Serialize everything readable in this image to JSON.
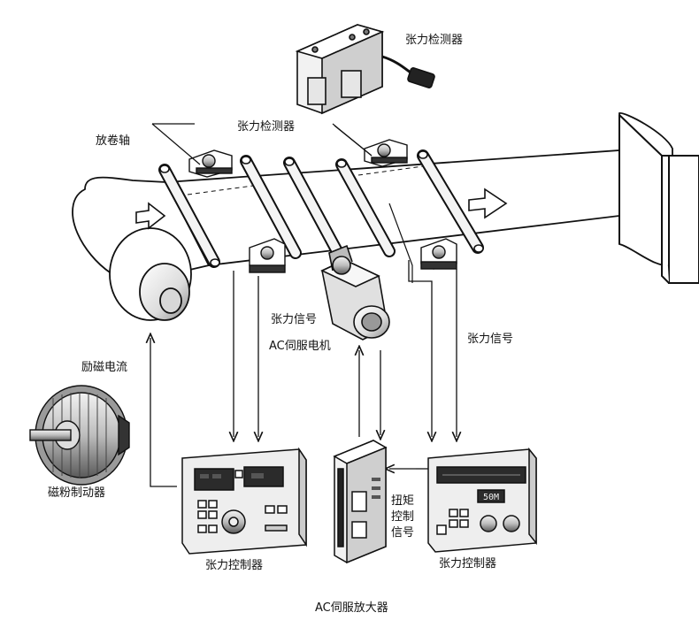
{
  "labels": {
    "sensor_top": "张力检测器",
    "sensor_mid": "张力检测器",
    "unwind_shaft": "放卷轴",
    "tension_signal_left": "张力信号",
    "ac_servo_motor": "AC伺服电机",
    "tension_signal_right": "张力信号",
    "excitation_current": "励磁电流",
    "magnetic_brake": "磁粉制动器",
    "controller_left": "张力控制器",
    "controller_right": "张力控制器",
    "servo_amplifier": "AC伺服放大器",
    "torque_signal": [
      "扭",
      "矩",
      "控",
      "制",
      "信",
      "号"
    ]
  },
  "displays": {
    "right_controller_readout": "50M"
  },
  "colors": {
    "line": "#111111",
    "fill": "#ffffff",
    "panel": "#e9e9e9",
    "screen": "#2b2b2b"
  }
}
